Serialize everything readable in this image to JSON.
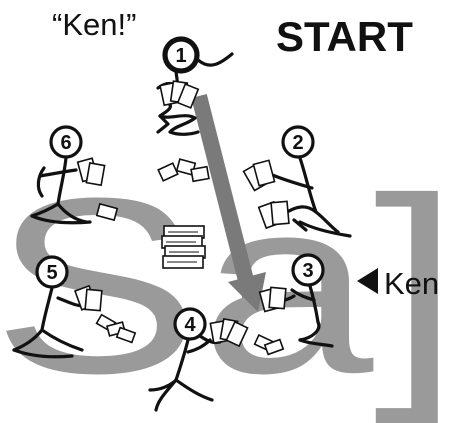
{
  "callout": "“Ken!”",
  "title": "START",
  "pointer_label": "Ken",
  "watermark": "Sa]",
  "players": [
    {
      "number": "1"
    },
    {
      "number": "2"
    },
    {
      "number": "3"
    },
    {
      "number": "4"
    },
    {
      "number": "5"
    },
    {
      "number": "6"
    }
  ],
  "colors": {
    "ink": "#111111",
    "watermark": "#9a9a9a",
    "arrow": "#7a7a7a"
  },
  "icons": {
    "pointer": "left-triangle-icon",
    "center": "card-deck-icon"
  }
}
